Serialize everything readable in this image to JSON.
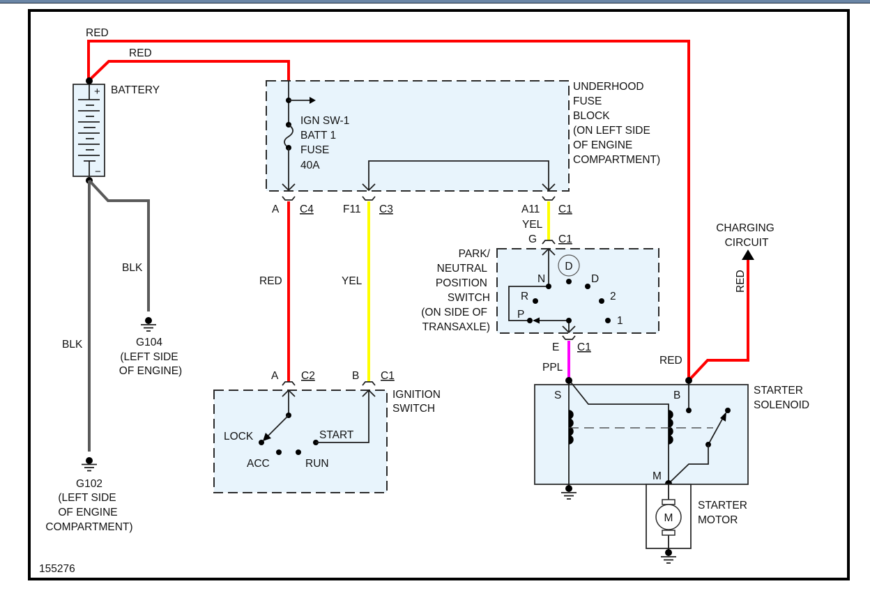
{
  "diagram_id": "155276",
  "wire_colors": {
    "RED": "#ff0000",
    "YEL": "#ffff00",
    "PPL": "#ff00ff",
    "BLK": "#5a5a5a"
  },
  "battery": {
    "label": "BATTERY",
    "pos": "+",
    "neg": "−"
  },
  "wires": {
    "top_red_1": "RED",
    "top_red_2": "RED",
    "fuse_to_ign": "RED",
    "fuse_to_start": "YEL",
    "fuse_to_pnp": "YEL",
    "pnp_to_solenoid": "PPL",
    "battery_to_solenoid": "RED",
    "charging": "RED",
    "gnd_g104": "BLK",
    "gnd_g102": "BLK"
  },
  "fuse_block": {
    "title_lines": [
      "UNDERHOOD",
      "FUSE",
      "BLOCK",
      "(ON LEFT SIDE",
      "OF ENGINE",
      "COMPARTMENT)"
    ],
    "fuse_lines": [
      "IGN SW-1",
      "BATT 1",
      "FUSE",
      "40A"
    ]
  },
  "connectors": {
    "c4": {
      "pin": "A",
      "conn": "C4"
    },
    "c3": {
      "pin": "F11",
      "conn": "C3"
    },
    "c1_fuse": {
      "pin": "A11",
      "conn": "C1"
    },
    "c1_pnp_in": {
      "pin": "G",
      "conn": "C1"
    },
    "c1_pnp_out": {
      "pin": "E",
      "conn": "C1"
    },
    "c2_ign": {
      "pin": "A",
      "conn": "C2"
    },
    "c1_ign": {
      "pin": "B",
      "conn": "C1"
    }
  },
  "pnp_switch": {
    "title_lines": [
      "PARK/",
      "NEUTRAL",
      "POSITION",
      "SWITCH",
      "(ON SIDE OF",
      "TRANSAXLE)"
    ],
    "circled": "D",
    "positions": {
      "N": "N",
      "D": "D",
      "R": "R",
      "two": "2",
      "P": "P",
      "one": "1"
    }
  },
  "ignition_switch": {
    "title_lines": [
      "IGNITION",
      "SWITCH"
    ],
    "positions": {
      "lock": "LOCK",
      "acc": "ACC",
      "run": "RUN",
      "start": "START"
    }
  },
  "starter_solenoid": {
    "title_lines": [
      "STARTER",
      "SOLENOID"
    ],
    "terminals": {
      "s": "S",
      "b": "B",
      "m": "M"
    }
  },
  "starter_motor": {
    "title_lines": [
      "STARTER",
      "MOTOR"
    ],
    "symbol": "M"
  },
  "charging_circuit": {
    "title_lines": [
      "CHARGING",
      "CIRCUIT"
    ]
  },
  "grounds": {
    "g104": {
      "lines": [
        "G104",
        "(LEFT SIDE",
        "OF ENGINE)"
      ]
    },
    "g102": {
      "lines": [
        "G102",
        "(LEFT SIDE",
        "OF ENGINE",
        "COMPARTMENT)"
      ]
    }
  }
}
